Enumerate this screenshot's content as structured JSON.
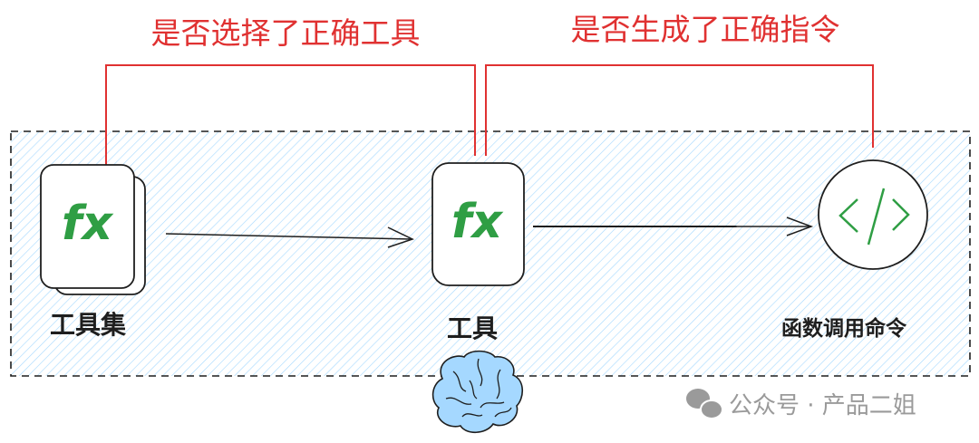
{
  "titles": {
    "tool_selection": "是否选择了正确工具",
    "command_generation": "是否生成了正确指令"
  },
  "nodes": {
    "toolset": {
      "label": "工具集",
      "icon_text": "fx"
    },
    "tool": {
      "label": "工具",
      "icon_text": "fx"
    },
    "command": {
      "label": "函数调用命令",
      "icon": "code-icon"
    }
  },
  "watermark": "公众号 · 产品二姐",
  "colors": {
    "accent": "#e03131",
    "icon": "#2f9e44",
    "hatch": "#a5d8ff",
    "brain": "#a5d8ff"
  }
}
